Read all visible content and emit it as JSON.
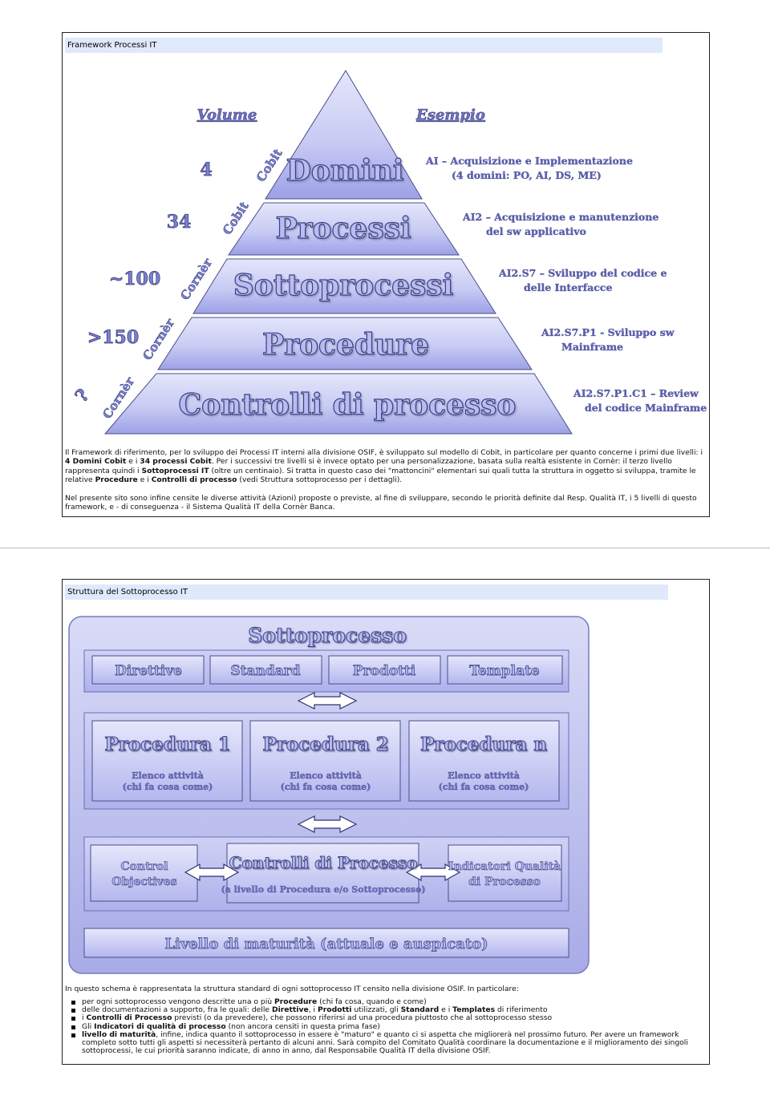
{
  "page1": {
    "header": "Framework Processi IT",
    "volume_label": "Volume",
    "esempio_label": "Esempio",
    "levels": [
      {
        "name": "Domini",
        "volume": "4",
        "source": "Cobit",
        "example_line1": "AI – Acquisizione e Implementazione",
        "example_line2": "(4 domini:  PO, AI, DS, ME)"
      },
      {
        "name": "Processi",
        "volume": "34",
        "source": "Cobit",
        "example_line1": "AI2 – Acquisizione  e manutenzione",
        "example_line2": "del sw applicativo"
      },
      {
        "name": "Sottoprocessi",
        "volume": "~100",
        "source": "Cornèr",
        "example_line1": "AI2.S7 – Sviluppo  del codice e",
        "example_line2": "delle Interfacce"
      },
      {
        "name": "Procedure",
        "volume": ">150",
        "source": "Cornèr",
        "example_line1": "AI2.S7.P1 - Sviluppo  sw",
        "example_line2": "Mainframe"
      },
      {
        "name": "Controlli di processo",
        "volume": "?",
        "source": "Cornèr",
        "example_line1": "AI2.S7.P1.C1 – Review",
        "example_line2": "del codice Mainframe"
      }
    ],
    "caption": {
      "p1_a": "Il Framework di riferimento, per lo sviluppo dei Processi IT interni alla divisione OSIF, è sviluppato sul modello di Cobit, in particolare per quanto concerne i primi due livelli: i ",
      "p1_b1": "4 Domini Cobit",
      "p1_c": " e i ",
      "p1_b2": "34 processi Cobit",
      "p1_d": ". Per i successivi tre livelli si è invece optato per una personalizzazione, basata sulla realtà esistente in Cornèr: il terzo livello rappresenta quindi i ",
      "p1_b3": "Sottoprocessi IT",
      "p1_e": " (oltre un centinaio). Si tratta in questo caso dei \"mattoncini\" elementari sui quali tutta la struttura in oggetto si sviluppa, tramite le relative ",
      "p1_b4": "Procedure",
      "p1_f": " e i ",
      "p1_b5": "Controlli di processo",
      "p1_g": " (vedi Struttura sottoprocesso per i dettagli).",
      "p2": "Nel presente sito sono infine censite le diverse attività (Azioni) proposte o previste, al fine di sviluppare, secondo le priorità definite dal Resp. Qualità IT, i 5 livelli di questo framework, e - di conseguenza - il Sistema Qualità IT della Cornèr Banca."
    }
  },
  "page2": {
    "header": "Struttura del Sottoprocesso IT",
    "title": "Sottoprocesso",
    "docs": [
      "Direttive",
      "Standard",
      "Prodotti",
      "Template"
    ],
    "procedures": [
      {
        "title": "Procedura 1",
        "line1": "Elenco attività",
        "line2": "(chi fa cosa come)"
      },
      {
        "title": "Procedura 2",
        "line1": "Elenco attività",
        "line2": "(chi fa cosa come)"
      },
      {
        "title": "Procedura n",
        "line1": "Elenco attività",
        "line2": "(chi fa cosa come)"
      }
    ],
    "control_objectives": [
      "Control",
      "Objectives"
    ],
    "controlli_title": "Controlli di Processo",
    "controlli_sub": "(a livello di Procedura e/o Sottoprocesso)",
    "indicatori": [
      "Indicatori  Qualità",
      "di Processo"
    ],
    "maturita": "Livello di maturità  (attuale e auspicato)",
    "intro": "In questo schema è rappresentata la struttura standard di ogni sottoprocesso IT censito nella divisione OSIF. In particolare:",
    "bullets": [
      {
        "a": "per ogni sottoprocesso vengono descritte una o più ",
        "b": "Procedure",
        "c": " (chi fa cosa, quando e come)"
      },
      {
        "a": "delle documentazioni a supporto, fra le quali: delle ",
        "b": "Direttive",
        "c": ", i ",
        "d": "Prodotti",
        "e": " utilizzati, gli ",
        "f": "Standard",
        "g": " e i ",
        "h": "Templates",
        "i": " di riferimento"
      },
      {
        "a": "i ",
        "b": "Controlli di Processo",
        "c": " previsti (o da prevedere), che possono riferirsi ad una procedura piuttosto che al sottoprocesso stesso"
      },
      {
        "a": "Gli ",
        "b": "Indicatori di qualità di processo",
        "c": " (non ancora censiti in questa prima fase)"
      },
      {
        "a": "",
        "b": "livello di maturità",
        "c": ", infine, indica quanto il sottoprocesso in essere è \"maturo\" e quanto ci si aspetta che migliorerà nel prossimo futuro. Per avere un framework completo sotto tutti gli aspetti si necessiterà pertanto di alcuni anni. Sarà compito del Comitato Qualità coordinare la documentazione e il miglioramento dei singoli sottoprocessi, le cui priorità saranno indicate, di anno in anno, dal Responsabile Qualità IT della divisione OSIF."
      }
    ]
  }
}
